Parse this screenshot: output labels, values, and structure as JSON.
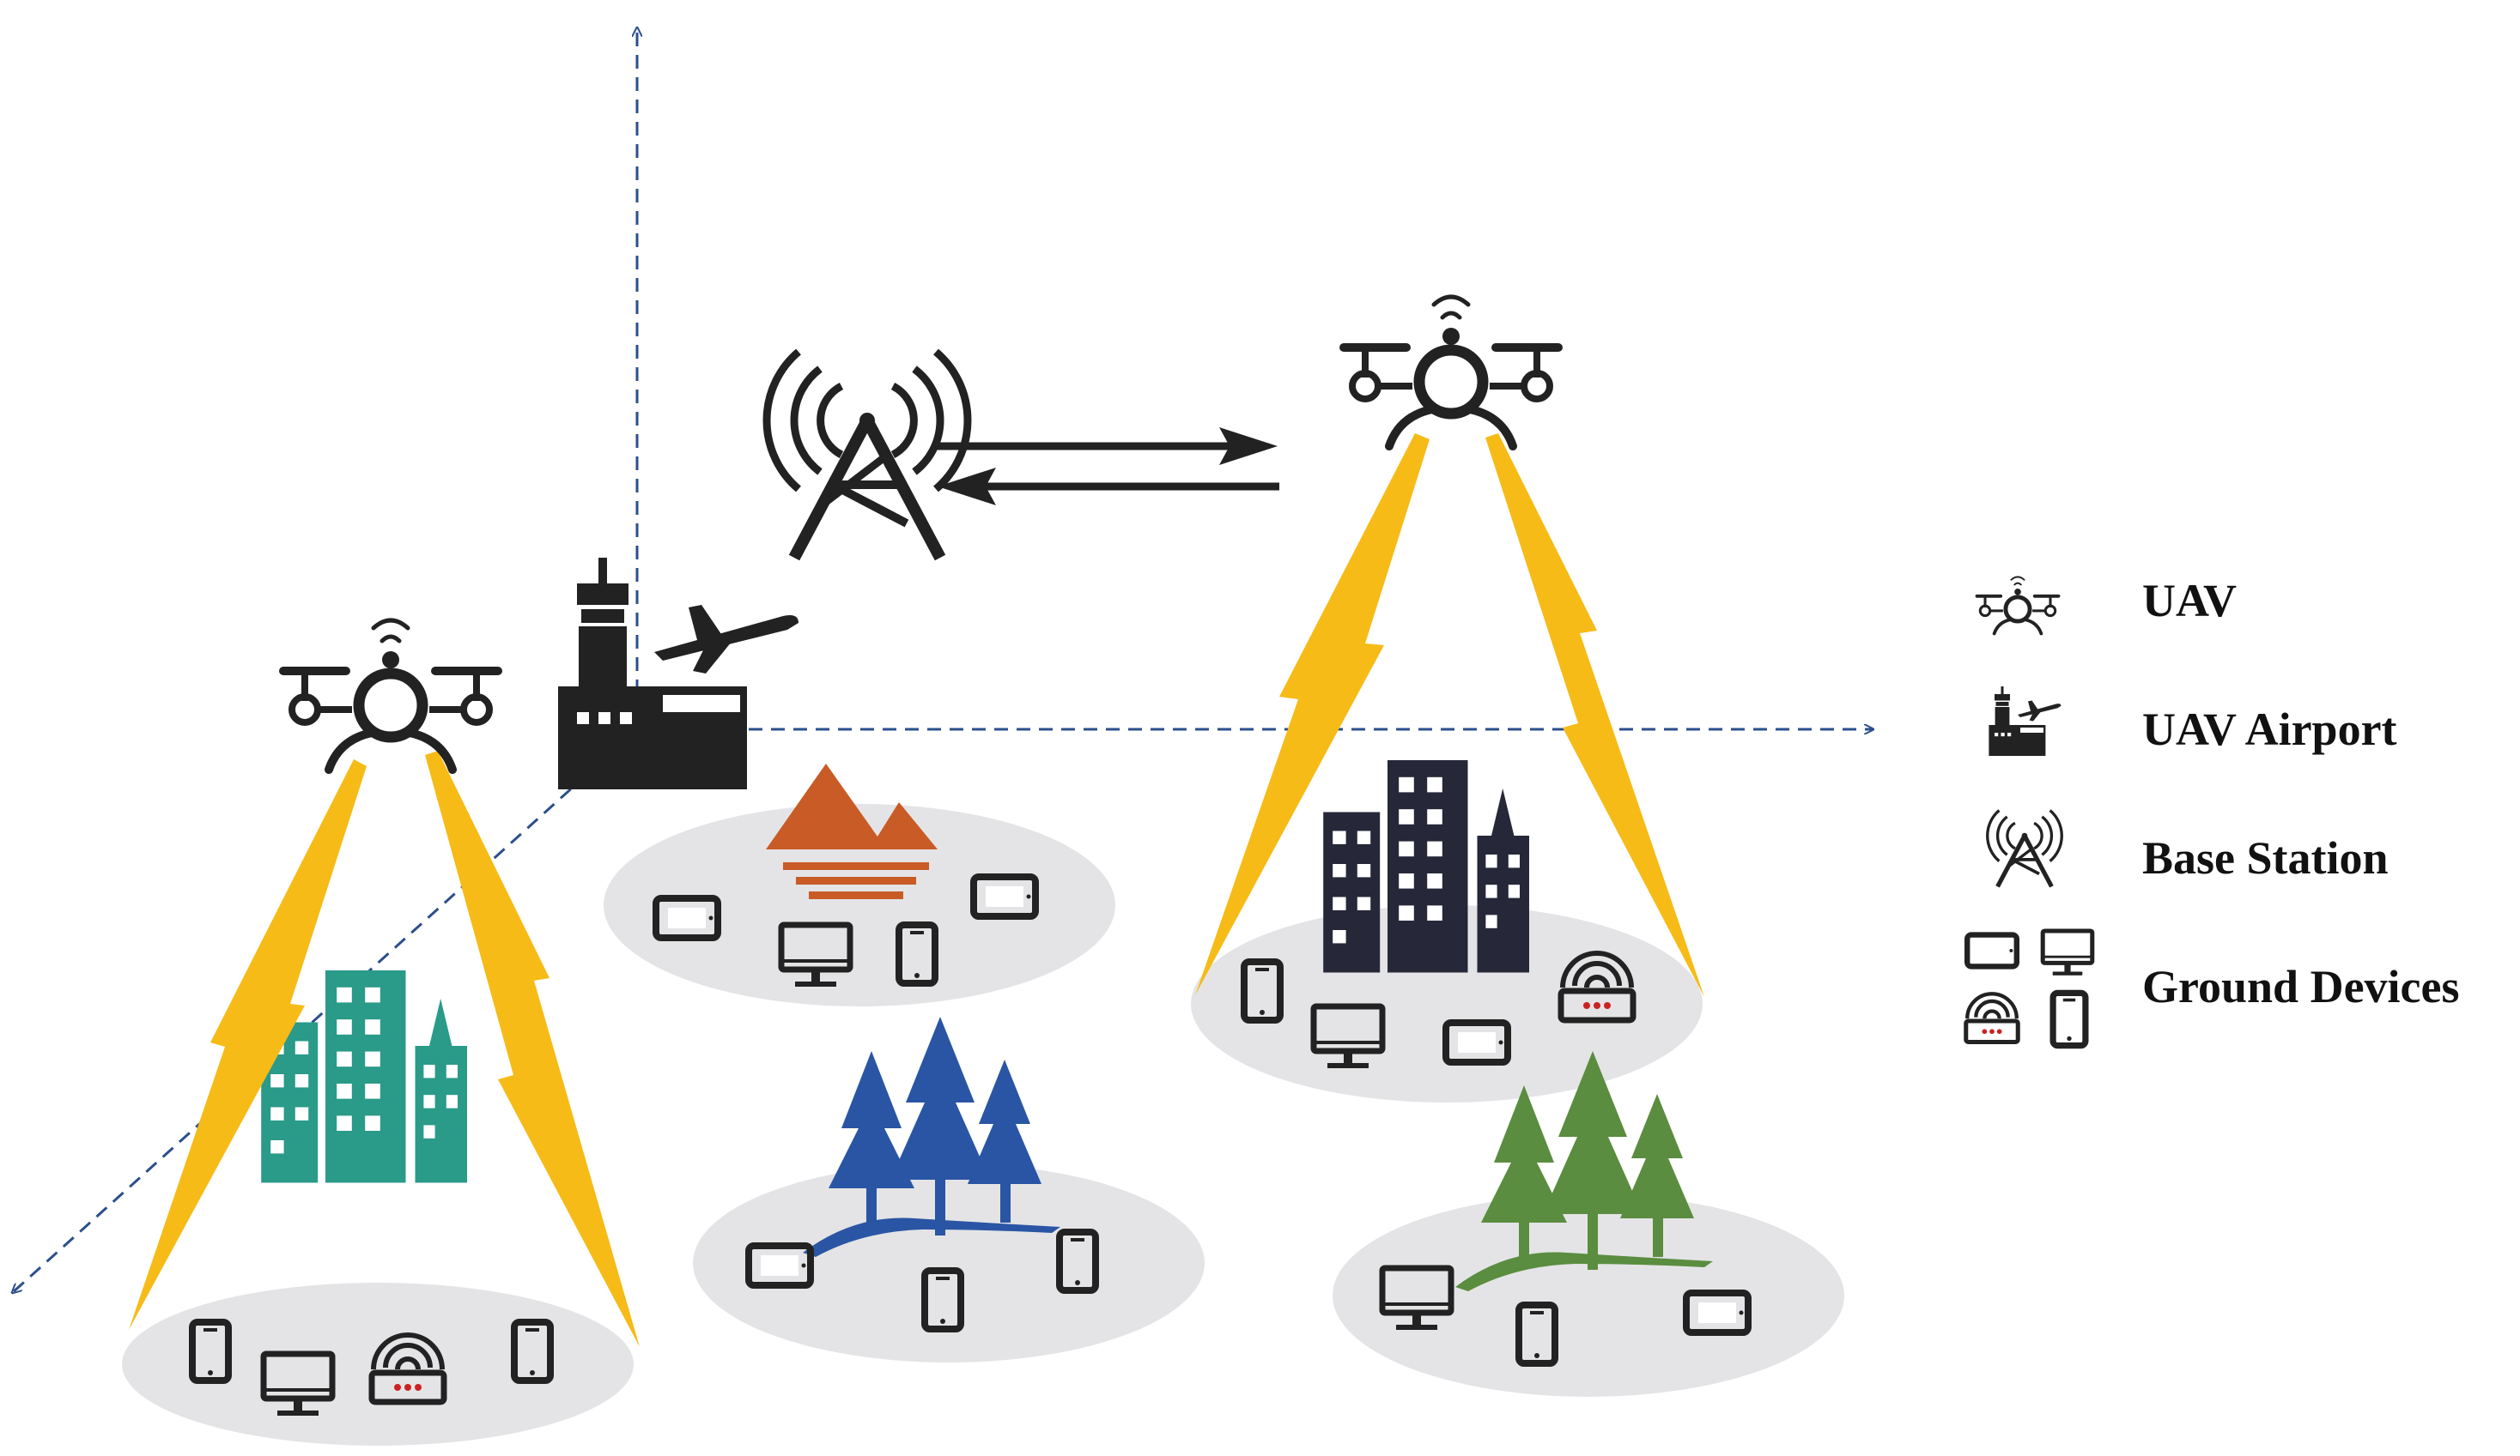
{
  "legend": {
    "items": [
      {
        "label": "UAV",
        "icon": "drone-icon"
      },
      {
        "label": "UAV Airport",
        "icon": "airport-icon"
      },
      {
        "label": "Base Station",
        "icon": "base-station-icon"
      },
      {
        "label": "Ground Devices",
        "icon": "ground-devices-icon"
      }
    ]
  },
  "colors": {
    "ellipse": "#e4e4e6",
    "beam": "#f6bb17",
    "axis": "#2b4f8c",
    "icon": "#222222",
    "city_teal": "#2a9a89",
    "city_navy": "#262839",
    "mountain": "#c95b26",
    "forest_blue": "#2a55a4",
    "forest_green": "#5a8d3f",
    "router_led": "#cc2222"
  }
}
